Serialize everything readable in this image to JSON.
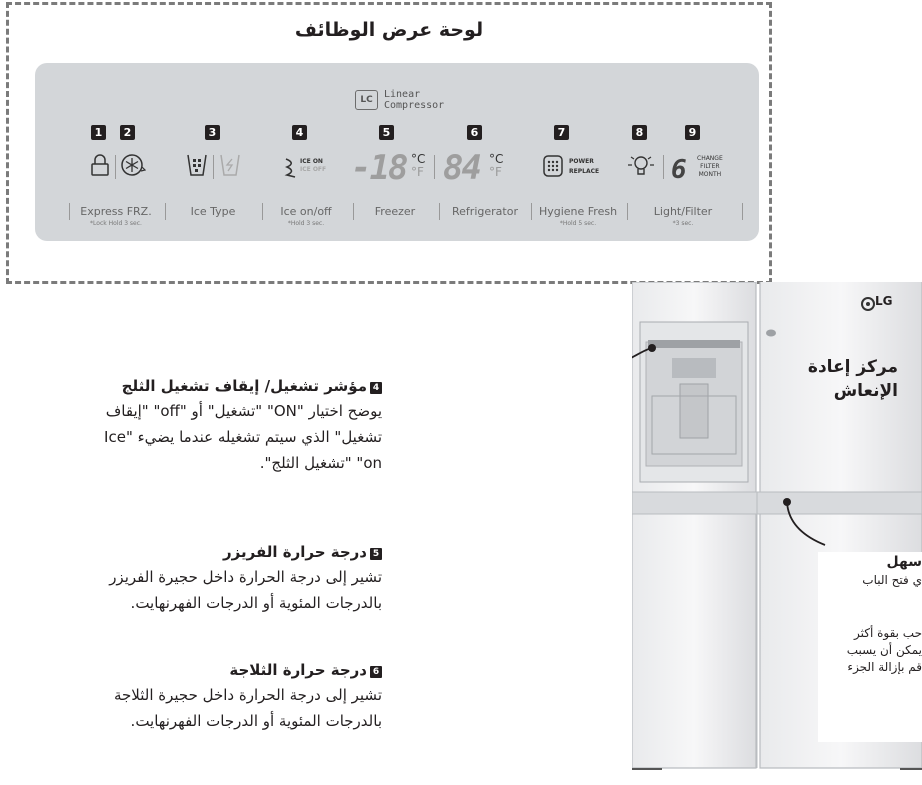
{
  "panel": {
    "title": "لوحة عرض الوظائف",
    "lc_badge": "LC",
    "lc_text": "Linear\nCompressor",
    "numbers": [
      "1",
      "2",
      "3",
      "4",
      "5",
      "6",
      "7",
      "8",
      "9"
    ],
    "ice_on": "ICE ON",
    "ice_off": "ICE OFF",
    "freezer_digits": "-18",
    "fridge_digits": "84",
    "unit_c": "°C",
    "unit_f": "°F",
    "power": "POWER",
    "replace": "REPLACE",
    "filter_digit": "6",
    "change": "CHANGE",
    "filter": "FILTER",
    "month": "MONTH",
    "labels": {
      "express_frz": "Express FRZ.",
      "express_sub": "*Lock Hold 3 sec.",
      "ice_type": "Ice Type",
      "ice_onoff": "Ice on/off",
      "ice_onoff_sub": "*Hold 3 sec.",
      "freezer": "Freezer",
      "refrigerator": "Refrigerator",
      "hygiene": "Hygiene Fresh",
      "hygiene_sub": "*Hold 5 sec.",
      "light": "Light/Filter",
      "light_sub": "*3 sec."
    }
  },
  "sections": [
    {
      "num": "4",
      "title": "مؤشر تشغيل/ إيقاف تشغيل الثلج",
      "lines": [
        "يوضح اختيار \"ON\" \"تشغيل\" أو \"off\" \"إيقاف",
        "تشغيل\" الذي سيتم تشغيله عندما يضيء \"Ice",
        "on\" \"تشغيل الثلج\"."
      ]
    },
    {
      "num": "5",
      "title": "درجة حرارة الفريزر",
      "lines": [
        "تشير إلى درجة الحرارة داخل حجيرة الفريزر",
        "بالدرجات المئوية أو الدرجات الفهرنهايت."
      ]
    },
    {
      "num": "6",
      "title": "درجة حرارة الثلاجة",
      "lines": [
        "تشير إلى درجة الحرارة داخل حجيرة الثلاجة",
        "بالدرجات المئوية أو الدرجات الفهرنهايت."
      ]
    }
  ],
  "fridge": {
    "brand": "LG",
    "refresh_center": [
      "مركز إعادة",
      "الإنعاش"
    ],
    "cut_title": "سهل",
    "cut_line1": "ي فتح الباب",
    "cut_lines2": [
      "حب بقوة أكثر",
      "يمكن أن يسبب",
      "قم بإزالة الجزء"
    ]
  }
}
